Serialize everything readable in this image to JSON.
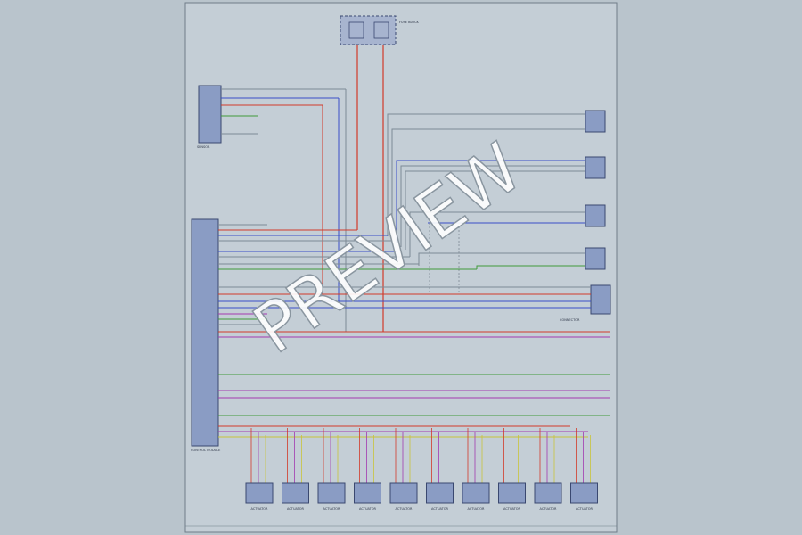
{
  "watermark": "PREVIEW",
  "colors": {
    "background": "#b9c4cc",
    "sheet": "#c4ced6",
    "component": "#8a9cc4",
    "wire_red": "#d23a2a",
    "wire_blue": "#3a4fc8",
    "wire_green": "#3f9a3a",
    "wire_purple": "#a33bb0",
    "wire_gray": "#7d8a95",
    "wire_yellow": "#c9c43a"
  },
  "components": {
    "fuse_block": "FUSE BLOCK",
    "sensor_left": "SENSOR",
    "control_module": "CONTROL MODULE",
    "right_connector": "CONNECTOR",
    "actuators": [
      "ACTUATOR",
      "ACTUATOR",
      "ACTUATOR",
      "ACTUATOR",
      "ACTUATOR",
      "ACTUATOR",
      "ACTUATOR",
      "ACTUATOR",
      "ACTUATOR",
      "ACTUATOR"
    ]
  }
}
